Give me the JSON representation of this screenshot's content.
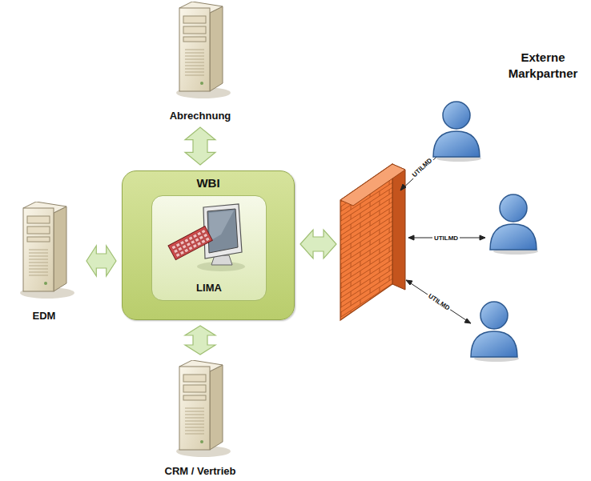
{
  "diagram": {
    "nodes": [
      {
        "text": [
          "Abrechnung"
        ]
      },
      {
        "text": [
          "EDM"
        ]
      },
      {
        "text": [
          "WBI"
        ]
      },
      {
        "text": [
          "LIMA"
        ],
        "in": 2
      },
      {
        "text": [
          "CRM / Vertrieb"
        ]
      }
    ],
    "edges": [
      {
        "from": 2,
        "to": 0,
        "arrow": "both"
      },
      {
        "from": 2,
        "to": 1,
        "arrow": "both"
      },
      {
        "from": 2,
        "to": 4,
        "arrow": "both"
      }
    ],
    "labels": [
      "Externe Markpartner",
      "UTILMD",
      "UTILMD",
      "UTILMD"
    ]
  }
}
